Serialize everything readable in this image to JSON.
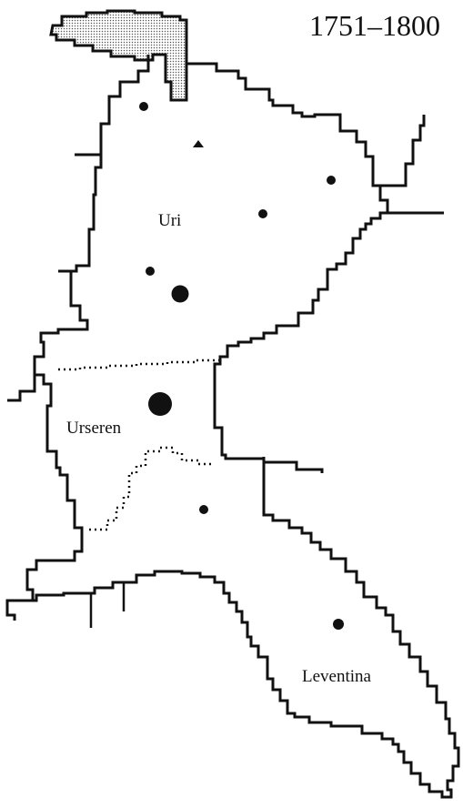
{
  "title": "1751–1800",
  "regions": [
    {
      "name": "Uri"
    },
    {
      "name": "Urseren"
    },
    {
      "name": "Leventina"
    }
  ],
  "colors": {
    "ink": "#111111",
    "paper": "#ffffff",
    "stipple": "#9a9a9a"
  }
}
